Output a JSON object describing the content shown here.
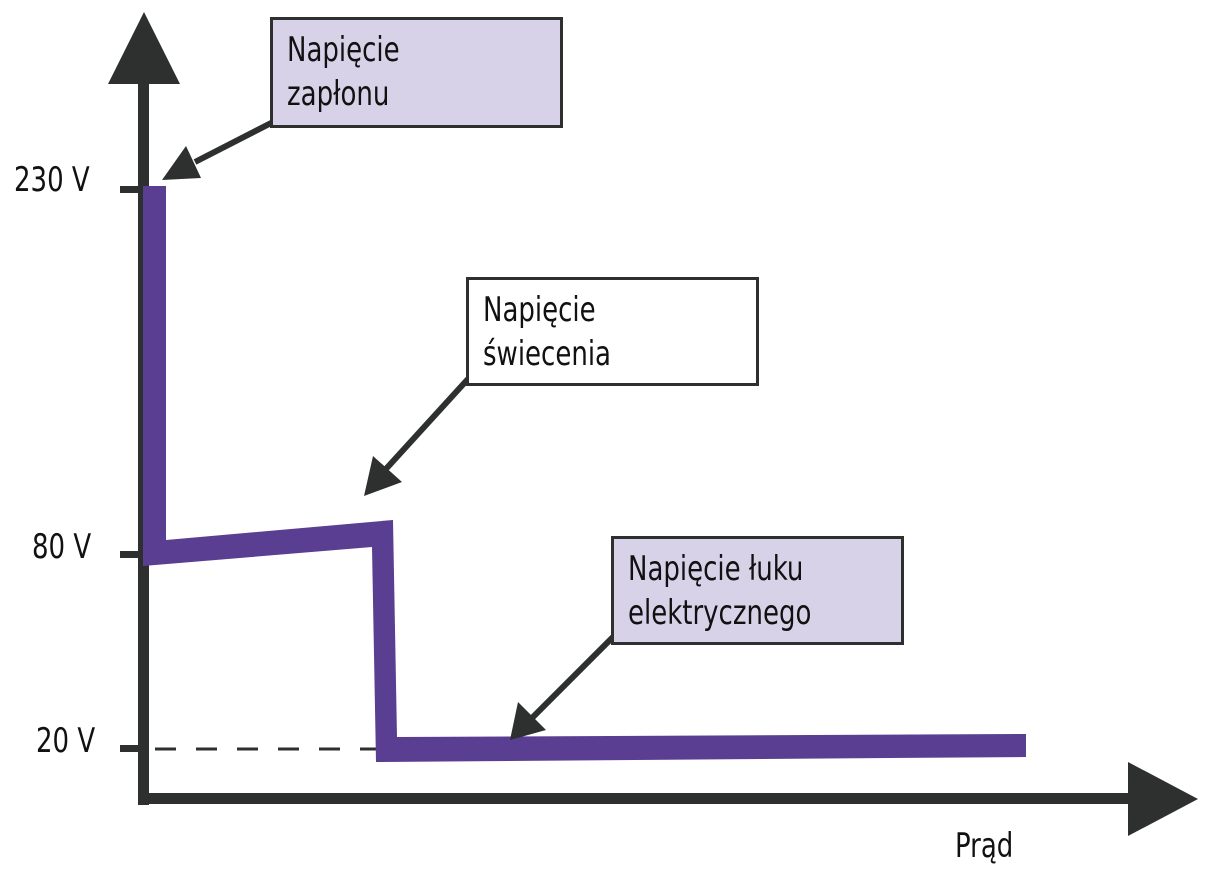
{
  "colors": {
    "axis": "#2d302f",
    "curve": "#5a3e91",
    "box_fill": "#d8d2e9"
  },
  "chart_data": {
    "type": "line",
    "title": "",
    "xlabel": "Prąd",
    "ylabel": "",
    "y_ticks": [
      "230 V",
      "80 V",
      "20 V"
    ],
    "series": [
      {
        "name": "Napięcie",
        "points": [
          [
            0,
            230
          ],
          [
            0,
            80
          ],
          [
            1,
            87
          ],
          [
            1,
            20
          ],
          [
            4.7,
            20
          ]
        ]
      }
    ],
    "annotations": [
      {
        "lines": [
          "Napięcie",
          "zapłonu"
        ]
      },
      {
        "lines": [
          "Napięcie",
          "świecenia"
        ]
      },
      {
        "lines": [
          "Napięcie łuku",
          "elektrycznego"
        ]
      }
    ]
  }
}
